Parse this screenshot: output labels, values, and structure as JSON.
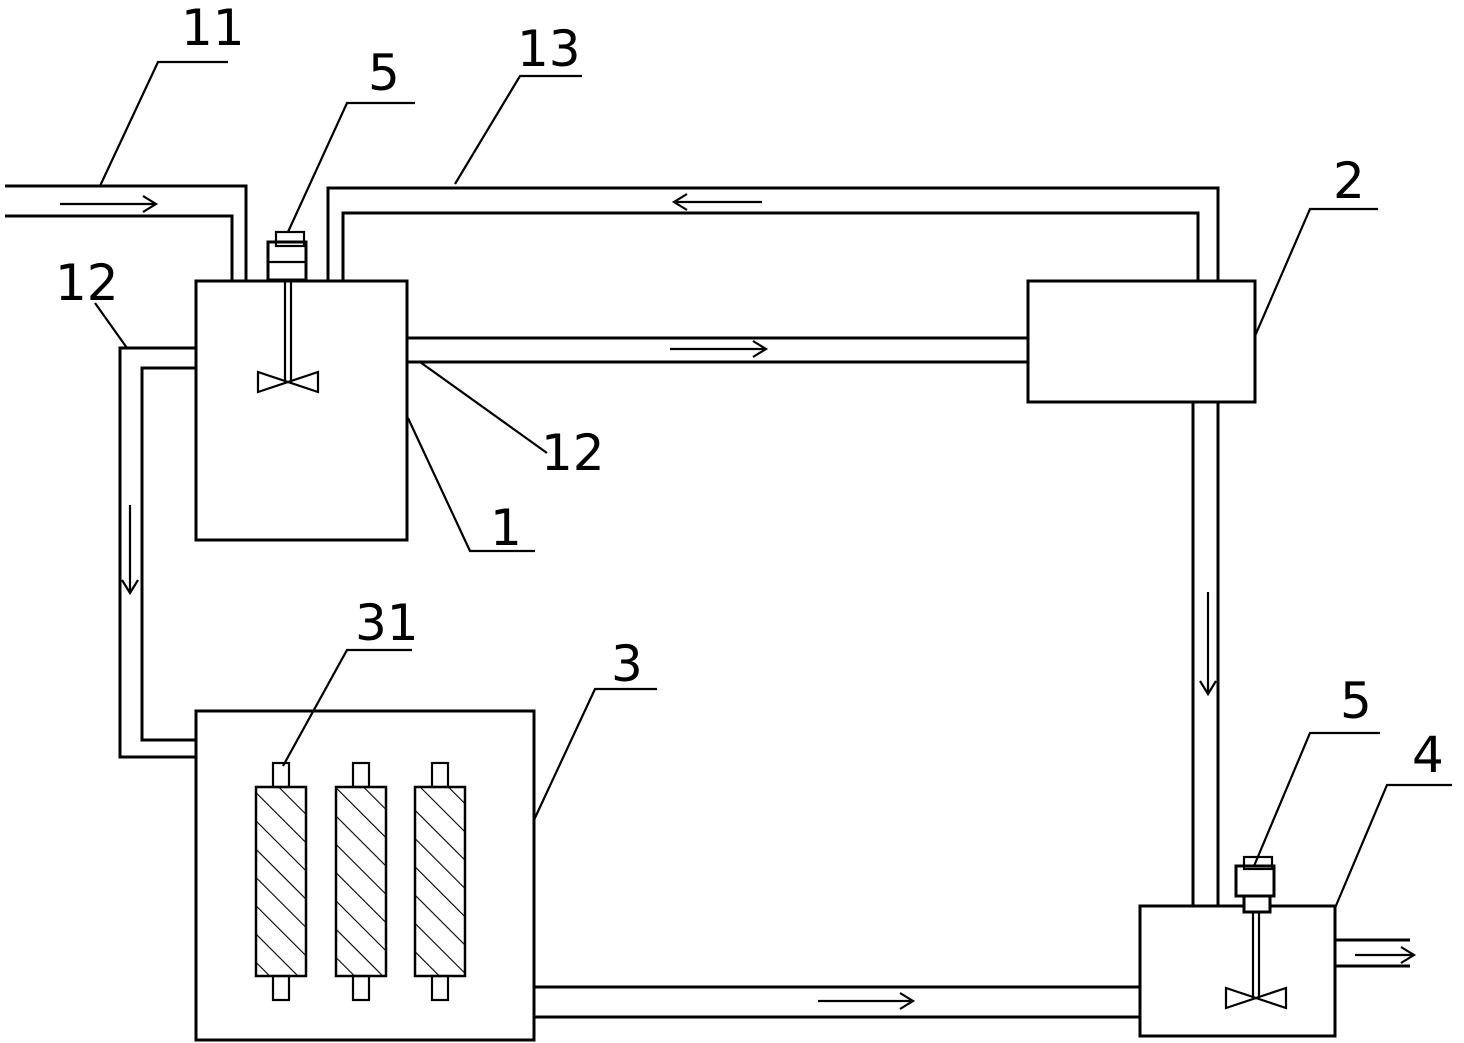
{
  "labels": {
    "tank_1": "1",
    "unit_2": "2",
    "unit_3": "3",
    "tank_4": "4",
    "stirrer_top": "5",
    "stirrer_bottom": "5",
    "inlet_11": "11",
    "pipe_12_left": "12",
    "pipe_12_right": "12",
    "return_13": "13",
    "electrode_31": "31"
  }
}
